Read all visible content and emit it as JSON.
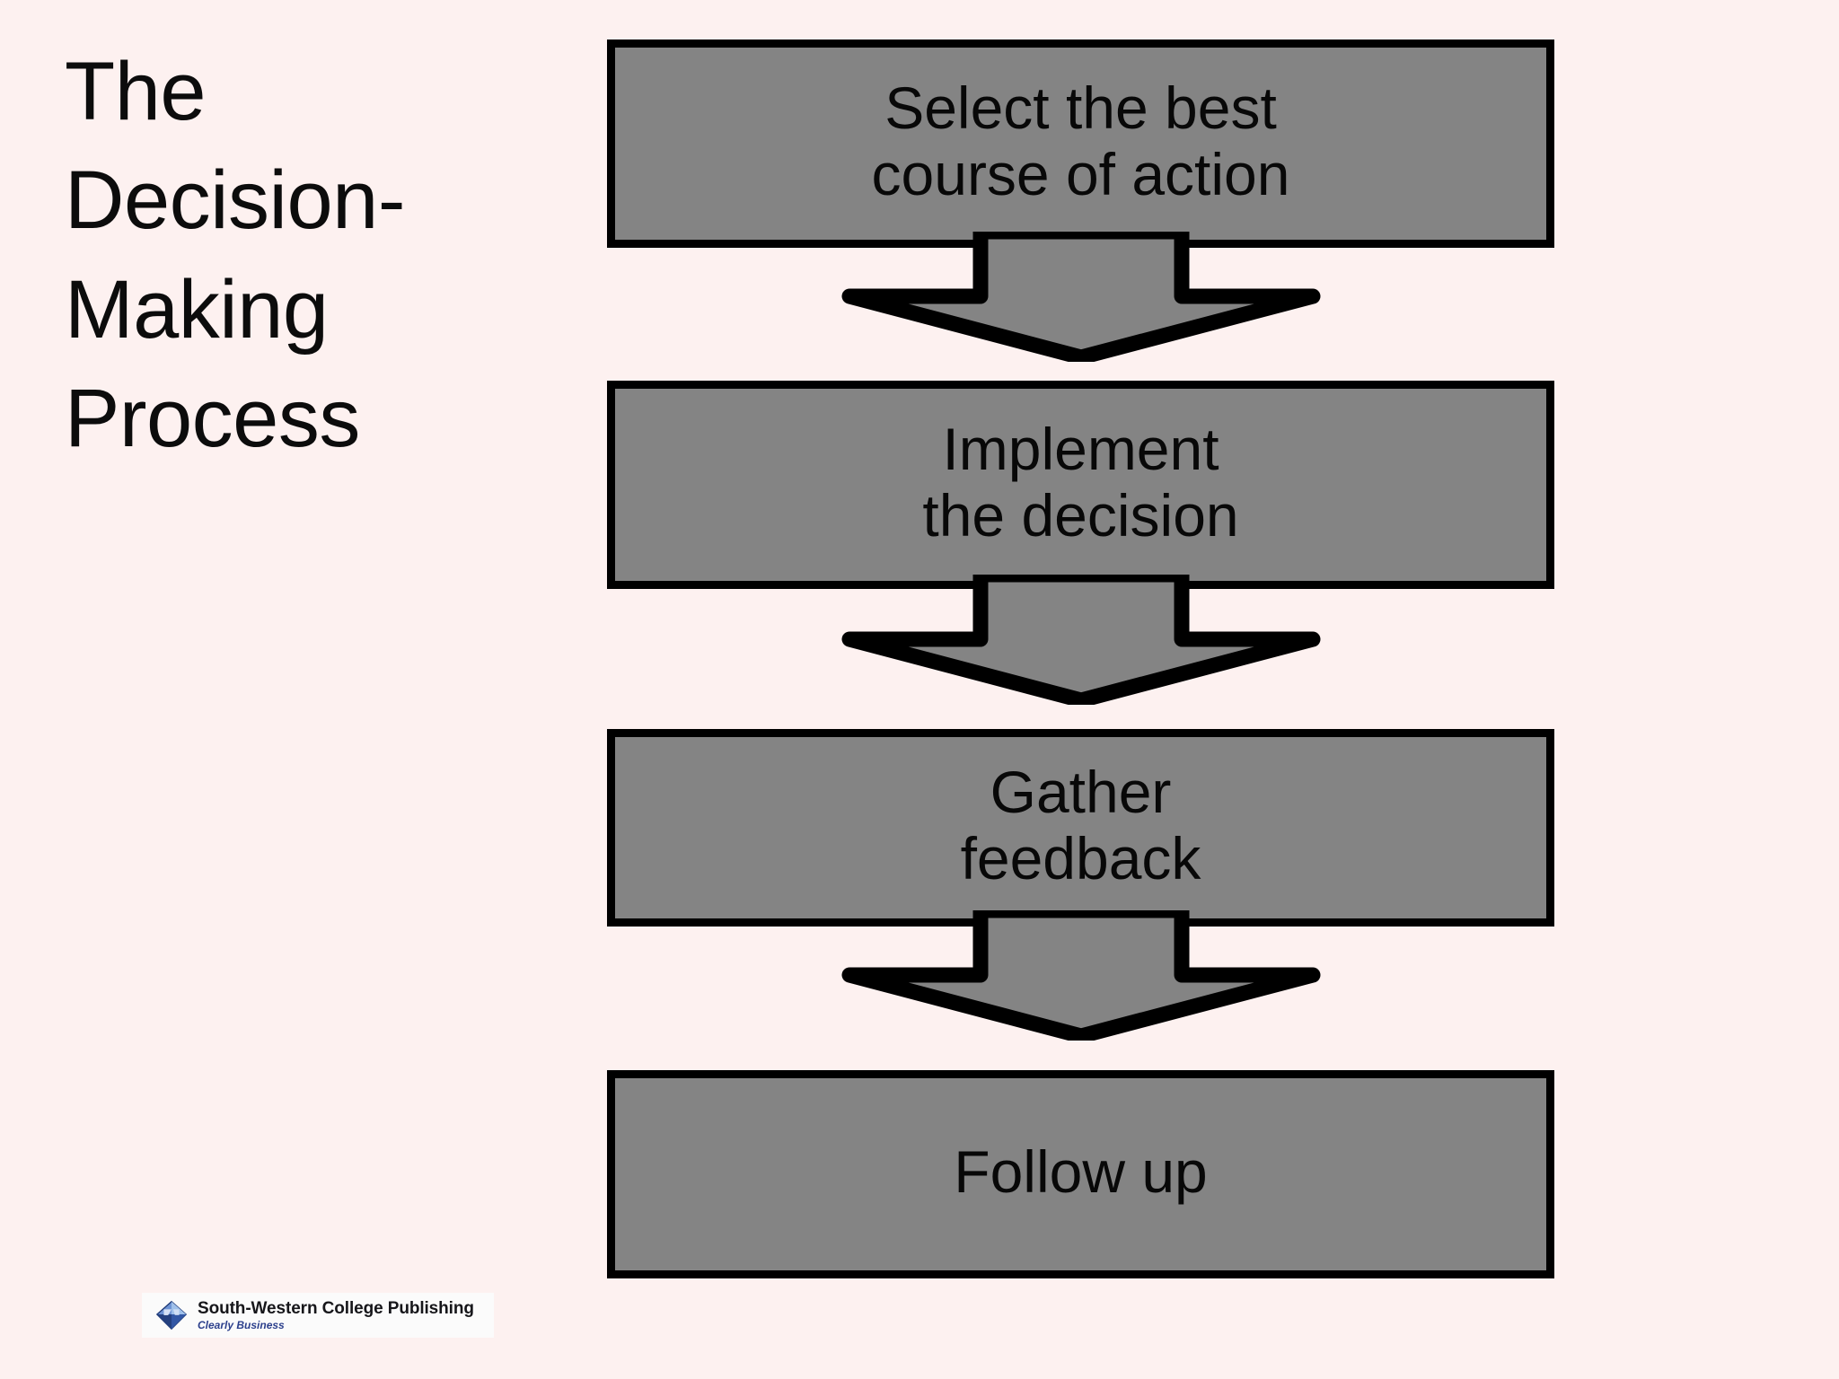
{
  "slide": {
    "background_color": "#fdf1f0",
    "title": "The Decision-\nMaking Process"
  },
  "flow": {
    "box_fill_color": "#848484",
    "box_border_color": "#000000",
    "arrow_fill_color": "#848484",
    "arrow_border_color": "#000000",
    "steps": [
      {
        "id": "step-1",
        "label": "Select the best\ncourse of action"
      },
      {
        "id": "step-2",
        "label": "Implement\nthe decision"
      },
      {
        "id": "step-3",
        "label": "Gather\nfeedback"
      },
      {
        "id": "step-4",
        "label": "Follow up"
      }
    ],
    "connectors": [
      {
        "id": "arrow-1",
        "icon": "down-arrow-icon",
        "from": "step-1",
        "to": "step-2"
      },
      {
        "id": "arrow-2",
        "icon": "down-arrow-icon",
        "from": "step-2",
        "to": "step-3"
      },
      {
        "id": "arrow-3",
        "icon": "down-arrow-icon",
        "from": "step-3",
        "to": "step-4"
      }
    ]
  },
  "logo": {
    "name": "South-Western College Publishing",
    "tagline": "Clearly Business",
    "mark_icon": "blue-diamond-icon",
    "mark_color": "#3b63b4"
  }
}
